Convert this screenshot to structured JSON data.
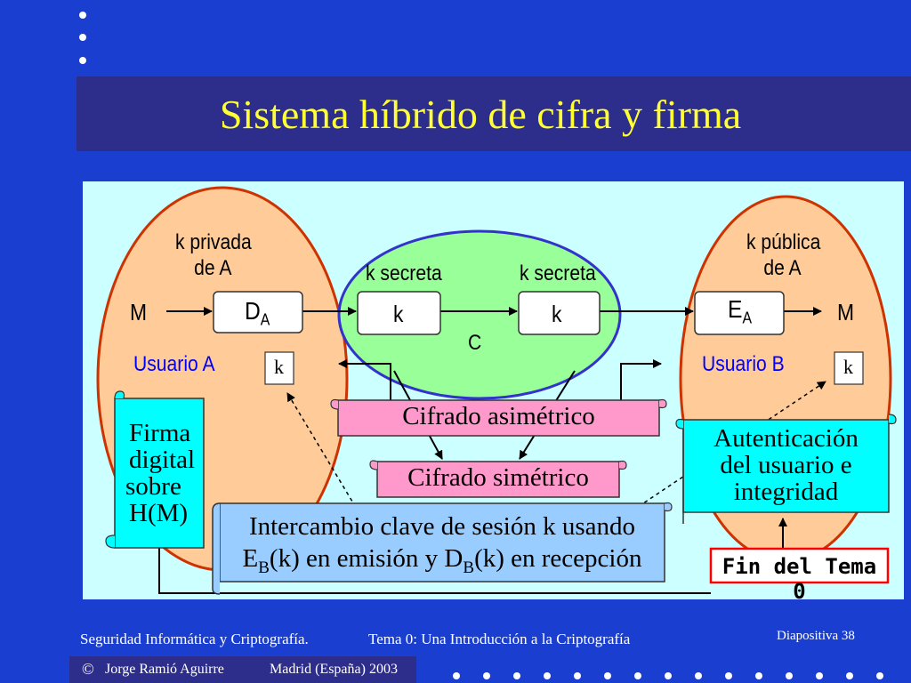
{
  "slide": {
    "title": "Sistema híbrido de cifra y firma"
  },
  "diagram": {
    "k_privada_1": "k privada",
    "k_privada_2": "de A",
    "k_publica_1": "k pública",
    "k_publica_2": "de A",
    "k_secreta_left": "k secreta",
    "k_secreta_right": "k secreta",
    "m_left": "M",
    "m_right": "M",
    "da_main": "D",
    "da_sub": "A",
    "ea_main": "E",
    "ea_sub": "A",
    "k_box_left": "k",
    "k_box_right": "k",
    "c_label": "C",
    "usuario_a": "Usuario A",
    "usuario_b": "Usuario B",
    "k_small_a": "k",
    "k_small_b": "k",
    "cifrado_asimetrico": "Cifrado asimétrico",
    "cifrado_simetrico": "Cifrado simétrico",
    "firma_lines": [
      "Firma",
      "digital",
      "sobre",
      "H(M)"
    ],
    "autenticacion_lines": [
      "Autenticación",
      "del usuario e",
      "integridad"
    ],
    "intercambio_line1": "Intercambio clave de sesión k usando",
    "intercambio_e": "E",
    "intercambio_sub_b1": "B",
    "intercambio_mid": "(k) en emisión y D",
    "intercambio_sub_b2": "B",
    "intercambio_end": "(k) en recepción",
    "fin_tema": "Fin del Tema 0"
  },
  "footer": {
    "course": "Seguridad Informática y Criptografía.",
    "topic": "Tema 0:  Una Introducción a la Criptografía",
    "slide_label": "Diapositiva  38",
    "copyright_symbol": "©",
    "author": "Jorge Ramió Aguirre",
    "place": "Madrid (España) 2003"
  },
  "colors": {
    "background": "#1a3fd0",
    "title_bar": "#2d2d8c",
    "title_text": "#ffff33",
    "panel": "#ccffff",
    "ellipse_fill": "#ffcc99",
    "ellipse_stroke": "#cc3300",
    "secret_ellipse_fill": "#99ff99",
    "scroll_pink": "#ff99cc",
    "scroll_cyan": "#00ffff",
    "scroll_light_blue": "#99ccff",
    "usuario_text": "#0000ff",
    "fin_border": "#ff0000"
  }
}
